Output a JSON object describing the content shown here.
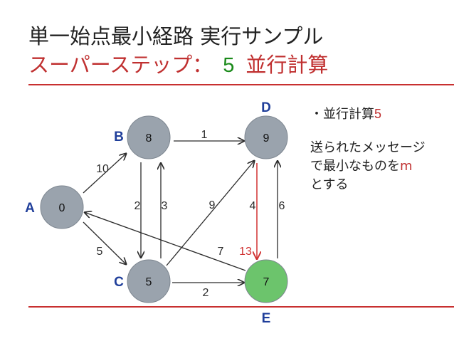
{
  "title": {
    "line1": "単一始点最小経路 実行サンプル",
    "line2_prefix": "スーパーステップ：",
    "line2_step": "5",
    "line2_suffix": "並行計算"
  },
  "side_note": {
    "bullet": "・並行計算",
    "bullet_num": "5",
    "line1": "送られたメッセージ",
    "line2_prefix": "で最小なものを",
    "line2_var": "m",
    "line3": "とする"
  },
  "colors": {
    "node_fill": "#9aa3ad",
    "node_highlight": "#6cc46c",
    "edge": "#2b2b2b",
    "message": "#d03030",
    "node_label": "#1f3e9a",
    "title_red": "#c03030",
    "title_green": "#1a8a1a"
  },
  "graph": {
    "nodes": [
      {
        "id": "A",
        "label": "A",
        "value": "0",
        "highlight": false
      },
      {
        "id": "B",
        "label": "B",
        "value": "8",
        "highlight": false
      },
      {
        "id": "C",
        "label": "C",
        "value": "5",
        "highlight": false
      },
      {
        "id": "D",
        "label": "D",
        "value": "9",
        "highlight": false
      },
      {
        "id": "E",
        "label": "E",
        "value": "7",
        "highlight": true
      }
    ],
    "edges": [
      {
        "from": "A",
        "to": "B",
        "weight": "10"
      },
      {
        "from": "A",
        "to": "C",
        "weight": "5"
      },
      {
        "from": "B",
        "to": "D",
        "weight": "1"
      },
      {
        "from": "B",
        "to": "C",
        "weight": "2"
      },
      {
        "from": "C",
        "to": "B",
        "weight": "3"
      },
      {
        "from": "C",
        "to": "D",
        "weight": "9"
      },
      {
        "from": "C",
        "to": "E",
        "weight": "2"
      },
      {
        "from": "E",
        "to": "D",
        "weight": "6"
      },
      {
        "from": "D",
        "to": "E",
        "weight": "4"
      },
      {
        "from": "E",
        "to": "A",
        "weight": "7"
      }
    ],
    "messages": [
      {
        "from": "D",
        "to": "E",
        "value": "13"
      }
    ]
  }
}
